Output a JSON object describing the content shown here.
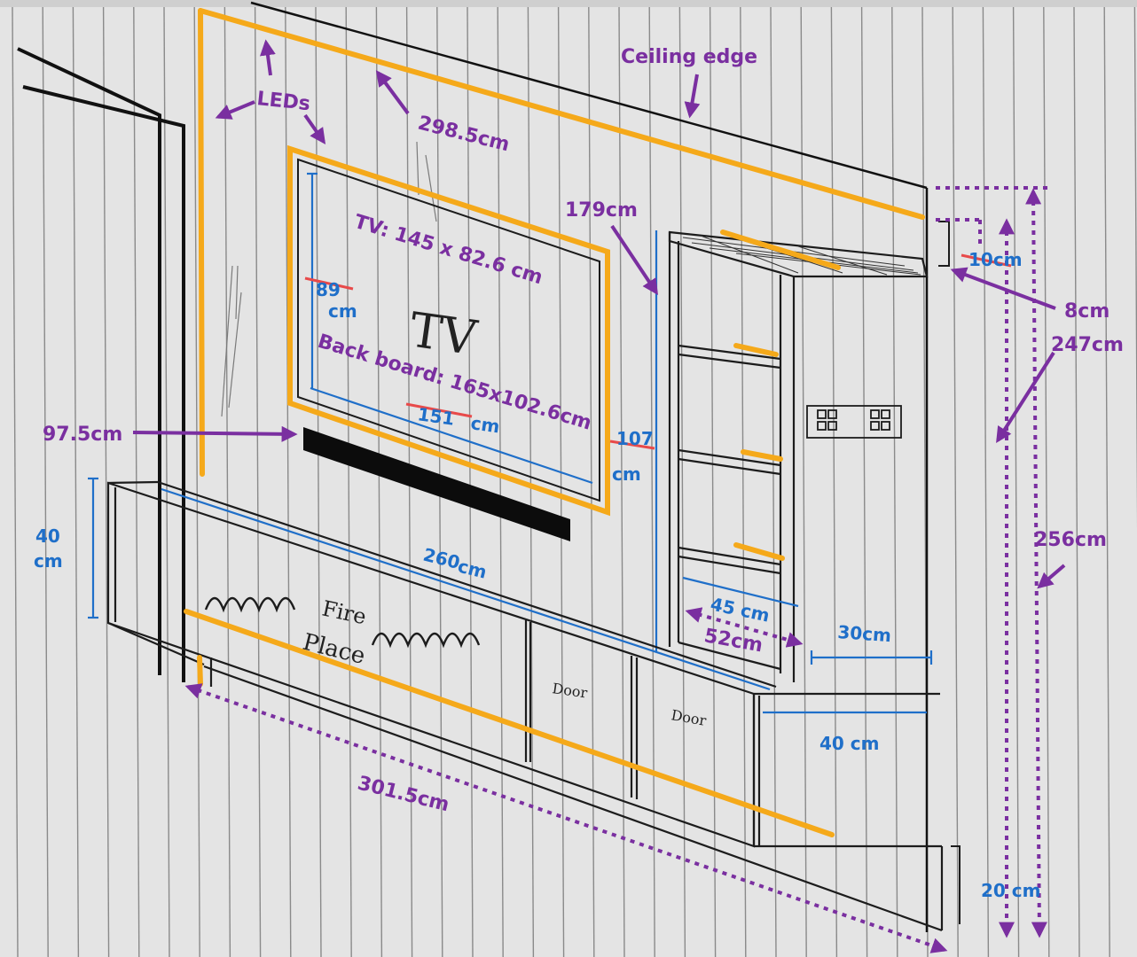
{
  "annotations": {
    "ceiling_edge": "Ceiling edge",
    "leds": "LEDs",
    "panel_width": "298.5cm",
    "tv_size": "TV: 145 x 82.6 cm",
    "back_board": "Back board: 165x102.6cm",
    "shelf_height": "179cm",
    "panel_base_height": "97.5cm",
    "bulkhead_depth": "8cm",
    "wall_height_low": "247cm",
    "wall_height_full": "256cm",
    "total_width": "301.5cm",
    "shelf_depth": "52cm"
  },
  "handwritten": {
    "tv": "TV",
    "fire": "Fire",
    "place": "Place",
    "door_left": "Door",
    "door_right": "Door",
    "cabinet_height": "40",
    "cabinet_height_unit": "cm",
    "cabinet_length": "260",
    "cabinet_length_unit": "cm",
    "shelf_width": "45",
    "shelf_width_unit": "cm",
    "upper_width": "30cm",
    "lower_width": "40 cm",
    "plinth_height": "20 cm",
    "tv_side_height": "89",
    "tv_side_unit": "cm",
    "tv_bottom_width": "151",
    "tv_bottom_unit": "cm",
    "board_side_height": "107",
    "board_side_unit": "cm",
    "bulkhead_value": "10cm"
  },
  "colors": {
    "paper": "#e4e4e4",
    "ruled_line": "#8a8a8a",
    "pencil": "#1c1c1c",
    "led": "#f5a91a",
    "annotation": "#7a2fa0",
    "handwritten": "#1f6fc9",
    "strike": "#e84a4a"
  }
}
